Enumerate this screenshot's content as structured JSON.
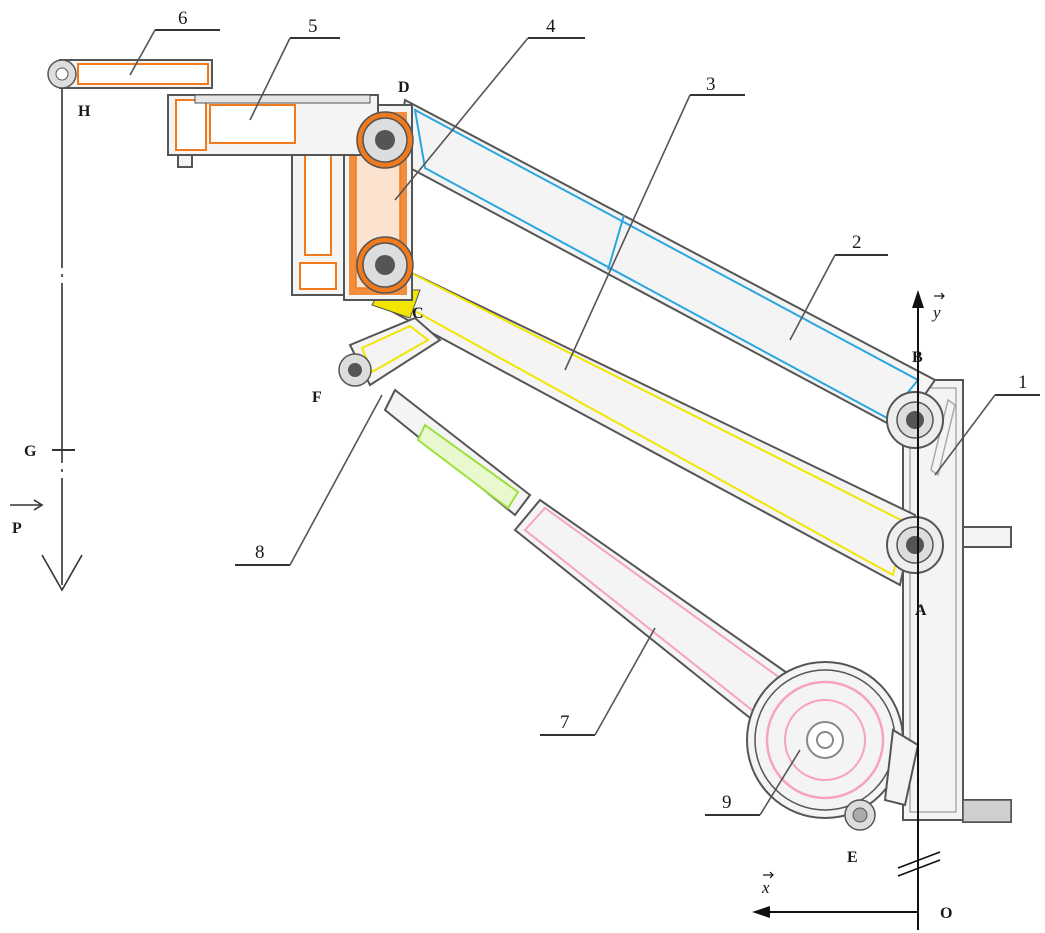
{
  "figure": {
    "part_labels": {
      "part1": "1",
      "part2": "2",
      "part3": "3",
      "part4": "4",
      "part5": "5",
      "part6": "6",
      "part7": "7",
      "part8": "8",
      "part9": "9"
    },
    "point_labels": {
      "A": "A",
      "B": "B",
      "C": "C",
      "D": "D",
      "E": "E",
      "F": "F",
      "G": "G",
      "H": "H",
      "O": "O",
      "P": "P"
    },
    "axis_labels": {
      "x": "x",
      "y": "y"
    },
    "colors": {
      "outline": "#555555",
      "orange": "#f07a1c",
      "blue": "#2aa6e0",
      "yellow": "#f2e500",
      "pink": "#f7a1c4",
      "green": "#9be03a",
      "axis": "#111111"
    }
  }
}
